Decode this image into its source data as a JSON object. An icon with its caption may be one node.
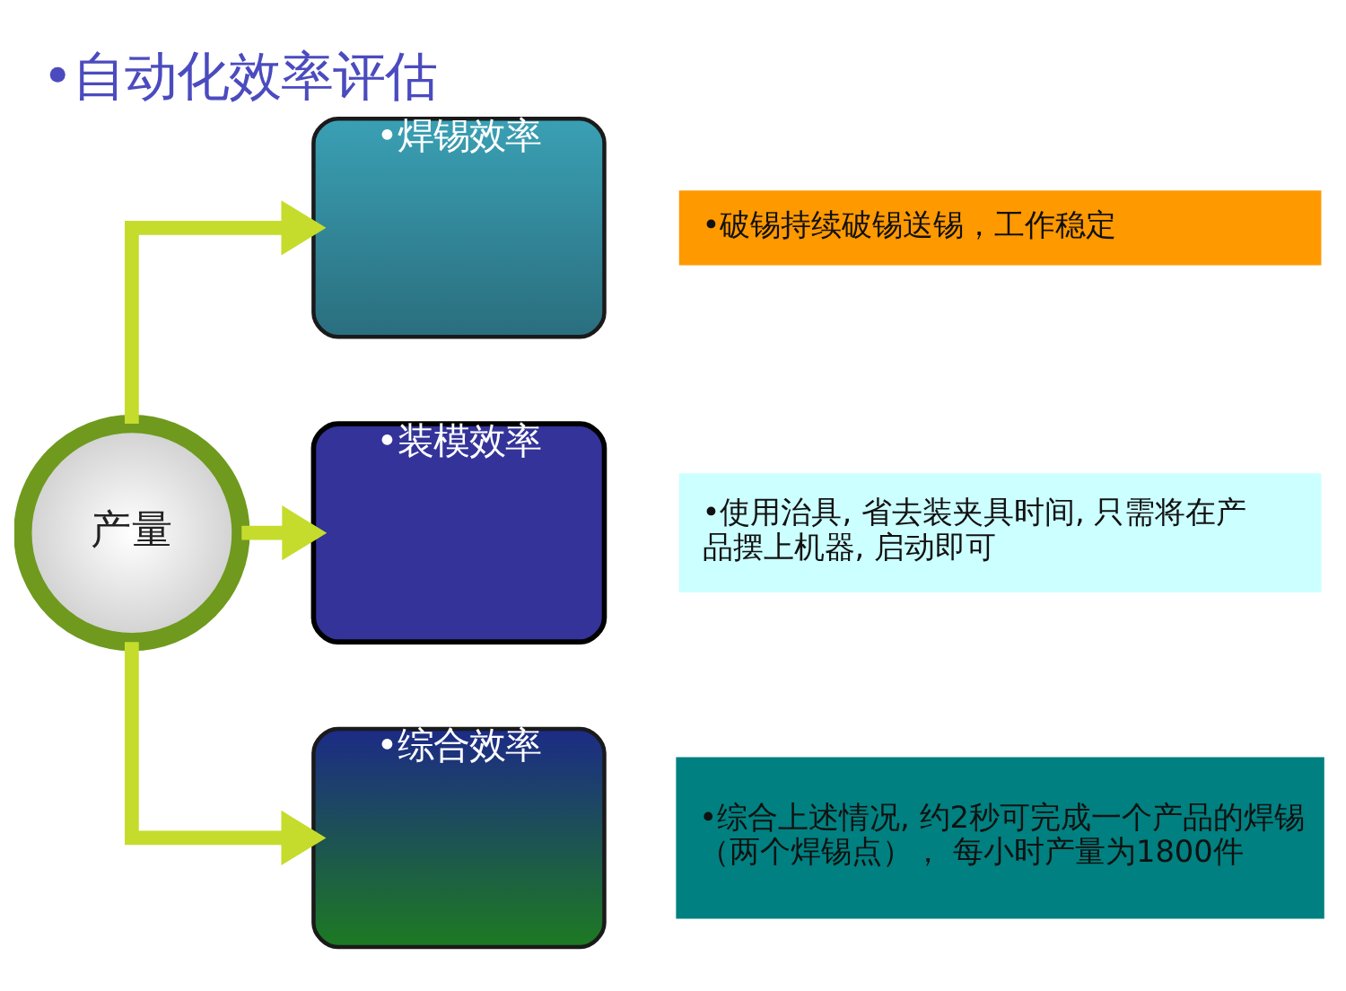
{
  "diagram": {
    "title": "•自动化效率评估",
    "nodes": [
      {
        "text": [
          "产量"
        ]
      },
      {
        "text": [
          "•焊锡效率"
        ]
      },
      {
        "text": [
          "•破锡持续破锡送锡，工作稳定"
        ]
      },
      {
        "text": [
          "•装模效率"
        ]
      },
      {
        "text": [
          "•使用治具, 省去装夹具时间, 只需将在产品摆上机器, 启动即可"
        ]
      },
      {
        "text": [
          "•综合效率"
        ]
      },
      {
        "text": [
          "•综合上述情况, 约2秒可完成一个产品的焊锡（两个焊锡点）， 每小时产量为1800件"
        ]
      }
    ],
    "edges": [
      {
        "from": 0,
        "to": 1,
        "arrow": "to"
      },
      {
        "from": 0,
        "to": 3,
        "arrow": "to"
      },
      {
        "from": 0,
        "to": 5,
        "arrow": "to"
      }
    ]
  }
}
